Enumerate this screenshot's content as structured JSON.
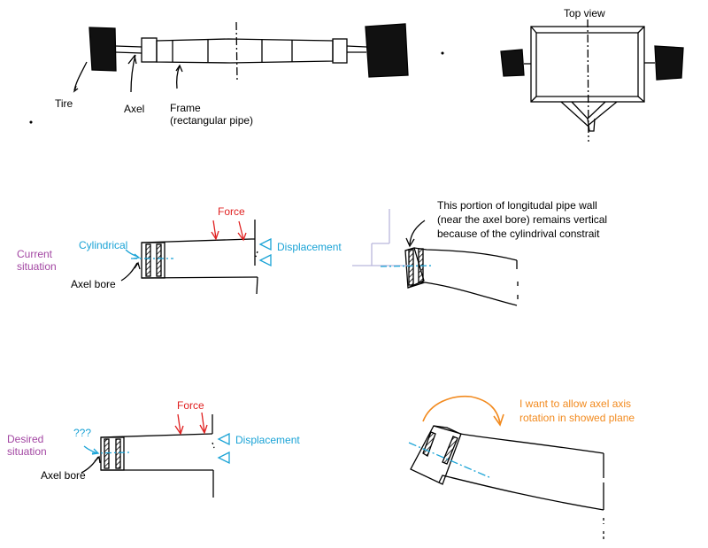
{
  "labels": {
    "top_view": "Top view",
    "tire": "Tire",
    "axel": "Axel",
    "frame_line1": "Frame",
    "frame_line2": "(rectangular pipe)",
    "current_line1": "Current",
    "current_line2": "situation",
    "cylindrical": "Cylindrical",
    "axel_bore_1": "Axel bore",
    "force_1": "Force",
    "displacement_1": "Displacement",
    "note_line1": "This portion of longitudal pipe wall",
    "note_line2": "(near the axel bore) remains vertical",
    "note_line3": "because of the cylindrival constrait",
    "desired_line1": "Desired",
    "desired_line2": "situation",
    "qqq": "???",
    "axel_bore_2": "Axel bore",
    "force_2": "Force",
    "displacement_2": "Displacement",
    "wish_line1": "I want to allow axel axis",
    "wish_line2": "rotation in showed plane"
  },
  "colors": {
    "ink": "#000000",
    "purple": "#a347a3",
    "blue": "#1aa3d6",
    "red": "#e02020",
    "orange": "#f28a1e",
    "lavender": "#b9b6dc"
  }
}
